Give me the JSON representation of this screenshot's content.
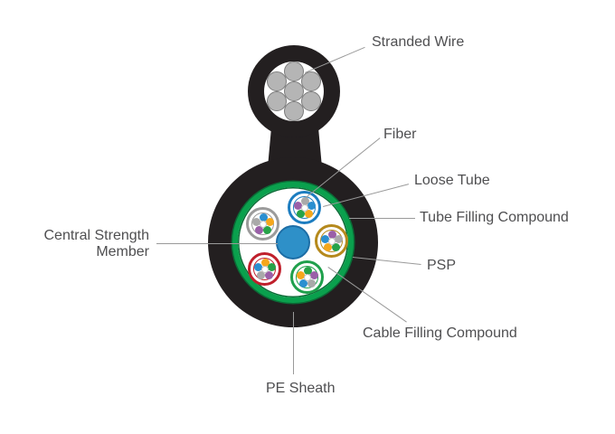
{
  "labels": {
    "stranded_wire": "Stranded Wire",
    "fiber": "Fiber",
    "loose_tube": "Loose Tube",
    "tube_filling_compound": "Tube Filling Compound",
    "psp": "PSP",
    "cable_filling_compound": "Cable Filling Compound",
    "pe_sheath": "PE Sheath",
    "central_strength_member_line1": "Central Strength",
    "central_strength_member_line2": "Member"
  },
  "colors": {
    "sheath_black": "#231f20",
    "psp_green": "#0aa04d",
    "psp_green_dark": "#0b6b36",
    "central_member_blue": "#2e90c8",
    "central_member_blue_dark": "#1d6ea6",
    "wire_gray": "#b5b5b5",
    "wire_outline": "#7d7d7d",
    "leader_line": "#9a9a9a",
    "label_text": "#4f4f51",
    "fiber_palette": {
      "blue": "#2a8fd0",
      "orange": "#f5a71c",
      "green": "#27a349",
      "purple": "#9a5fa8",
      "gray": "#a9a9a9"
    },
    "tube_rings": {
      "blue": "#1d7dc0",
      "gray": "#9b9b9b",
      "olive": "#b5891c",
      "red": "#c0202c",
      "green": "#1fa04c"
    }
  },
  "stranded_wire_count": 7,
  "fibers_per_tube": 5,
  "loose_tube_count": 5,
  "tubes": [
    {
      "ring": "blue",
      "fibers": [
        "gray",
        "blue",
        "orange",
        "green",
        "purple"
      ]
    },
    {
      "ring": "gray",
      "fibers": [
        "blue",
        "orange",
        "green",
        "purple",
        "gray"
      ]
    },
    {
      "ring": "olive",
      "fibers": [
        "purple",
        "gray",
        "green",
        "orange",
        "blue"
      ]
    },
    {
      "ring": "red",
      "fibers": [
        "orange",
        "green",
        "purple",
        "gray",
        "blue"
      ]
    },
    {
      "ring": "green",
      "fibers": [
        "green",
        "purple",
        "gray",
        "blue",
        "orange"
      ]
    }
  ]
}
